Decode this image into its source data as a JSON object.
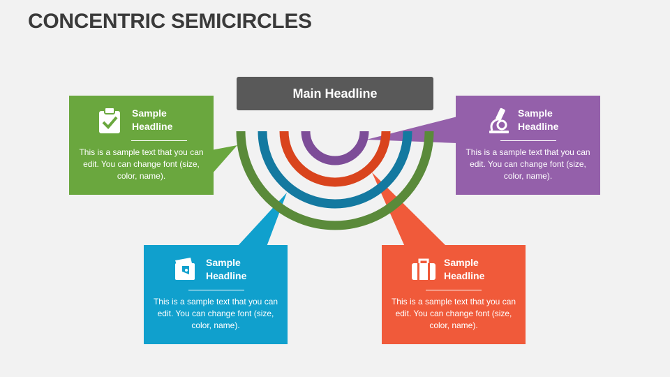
{
  "title": "CONCENTRIC SEMICIRCLES",
  "main_headline": "Main Headline",
  "colors": {
    "green": "#6aa73e",
    "purple": "#9460aa",
    "blue": "#10a0cd",
    "orange": "#f05a3a",
    "dark": "#595959",
    "arc_green": "#5a8a3a",
    "arc_blue": "#1479a0",
    "arc_red": "#d9441d",
    "arc_purple": "#7d4d98"
  },
  "cards": [
    {
      "id": "green",
      "icon": "clipboard-check-icon",
      "headline_line1": "Sample",
      "headline_line2": "Headline",
      "body": "This is a sample text that you can edit. You can change font (size, color, name)."
    },
    {
      "id": "purple",
      "icon": "microscope-icon",
      "headline_line1": "Sample",
      "headline_line2": "Headline",
      "body": "This is a sample text that you can edit. You can change font (size, color, name)."
    },
    {
      "id": "blue",
      "icon": "wallet-icon",
      "headline_line1": "Sample",
      "headline_line2": "Headline",
      "body": "This is a sample text that you can edit. You can change font (size, color, name)."
    },
    {
      "id": "orange",
      "icon": "briefcase-icon",
      "headline_line1": "Sample",
      "headline_line2": "Headline",
      "body": "This is a sample text that you can edit. You can change font (size, color, name)."
    }
  ]
}
